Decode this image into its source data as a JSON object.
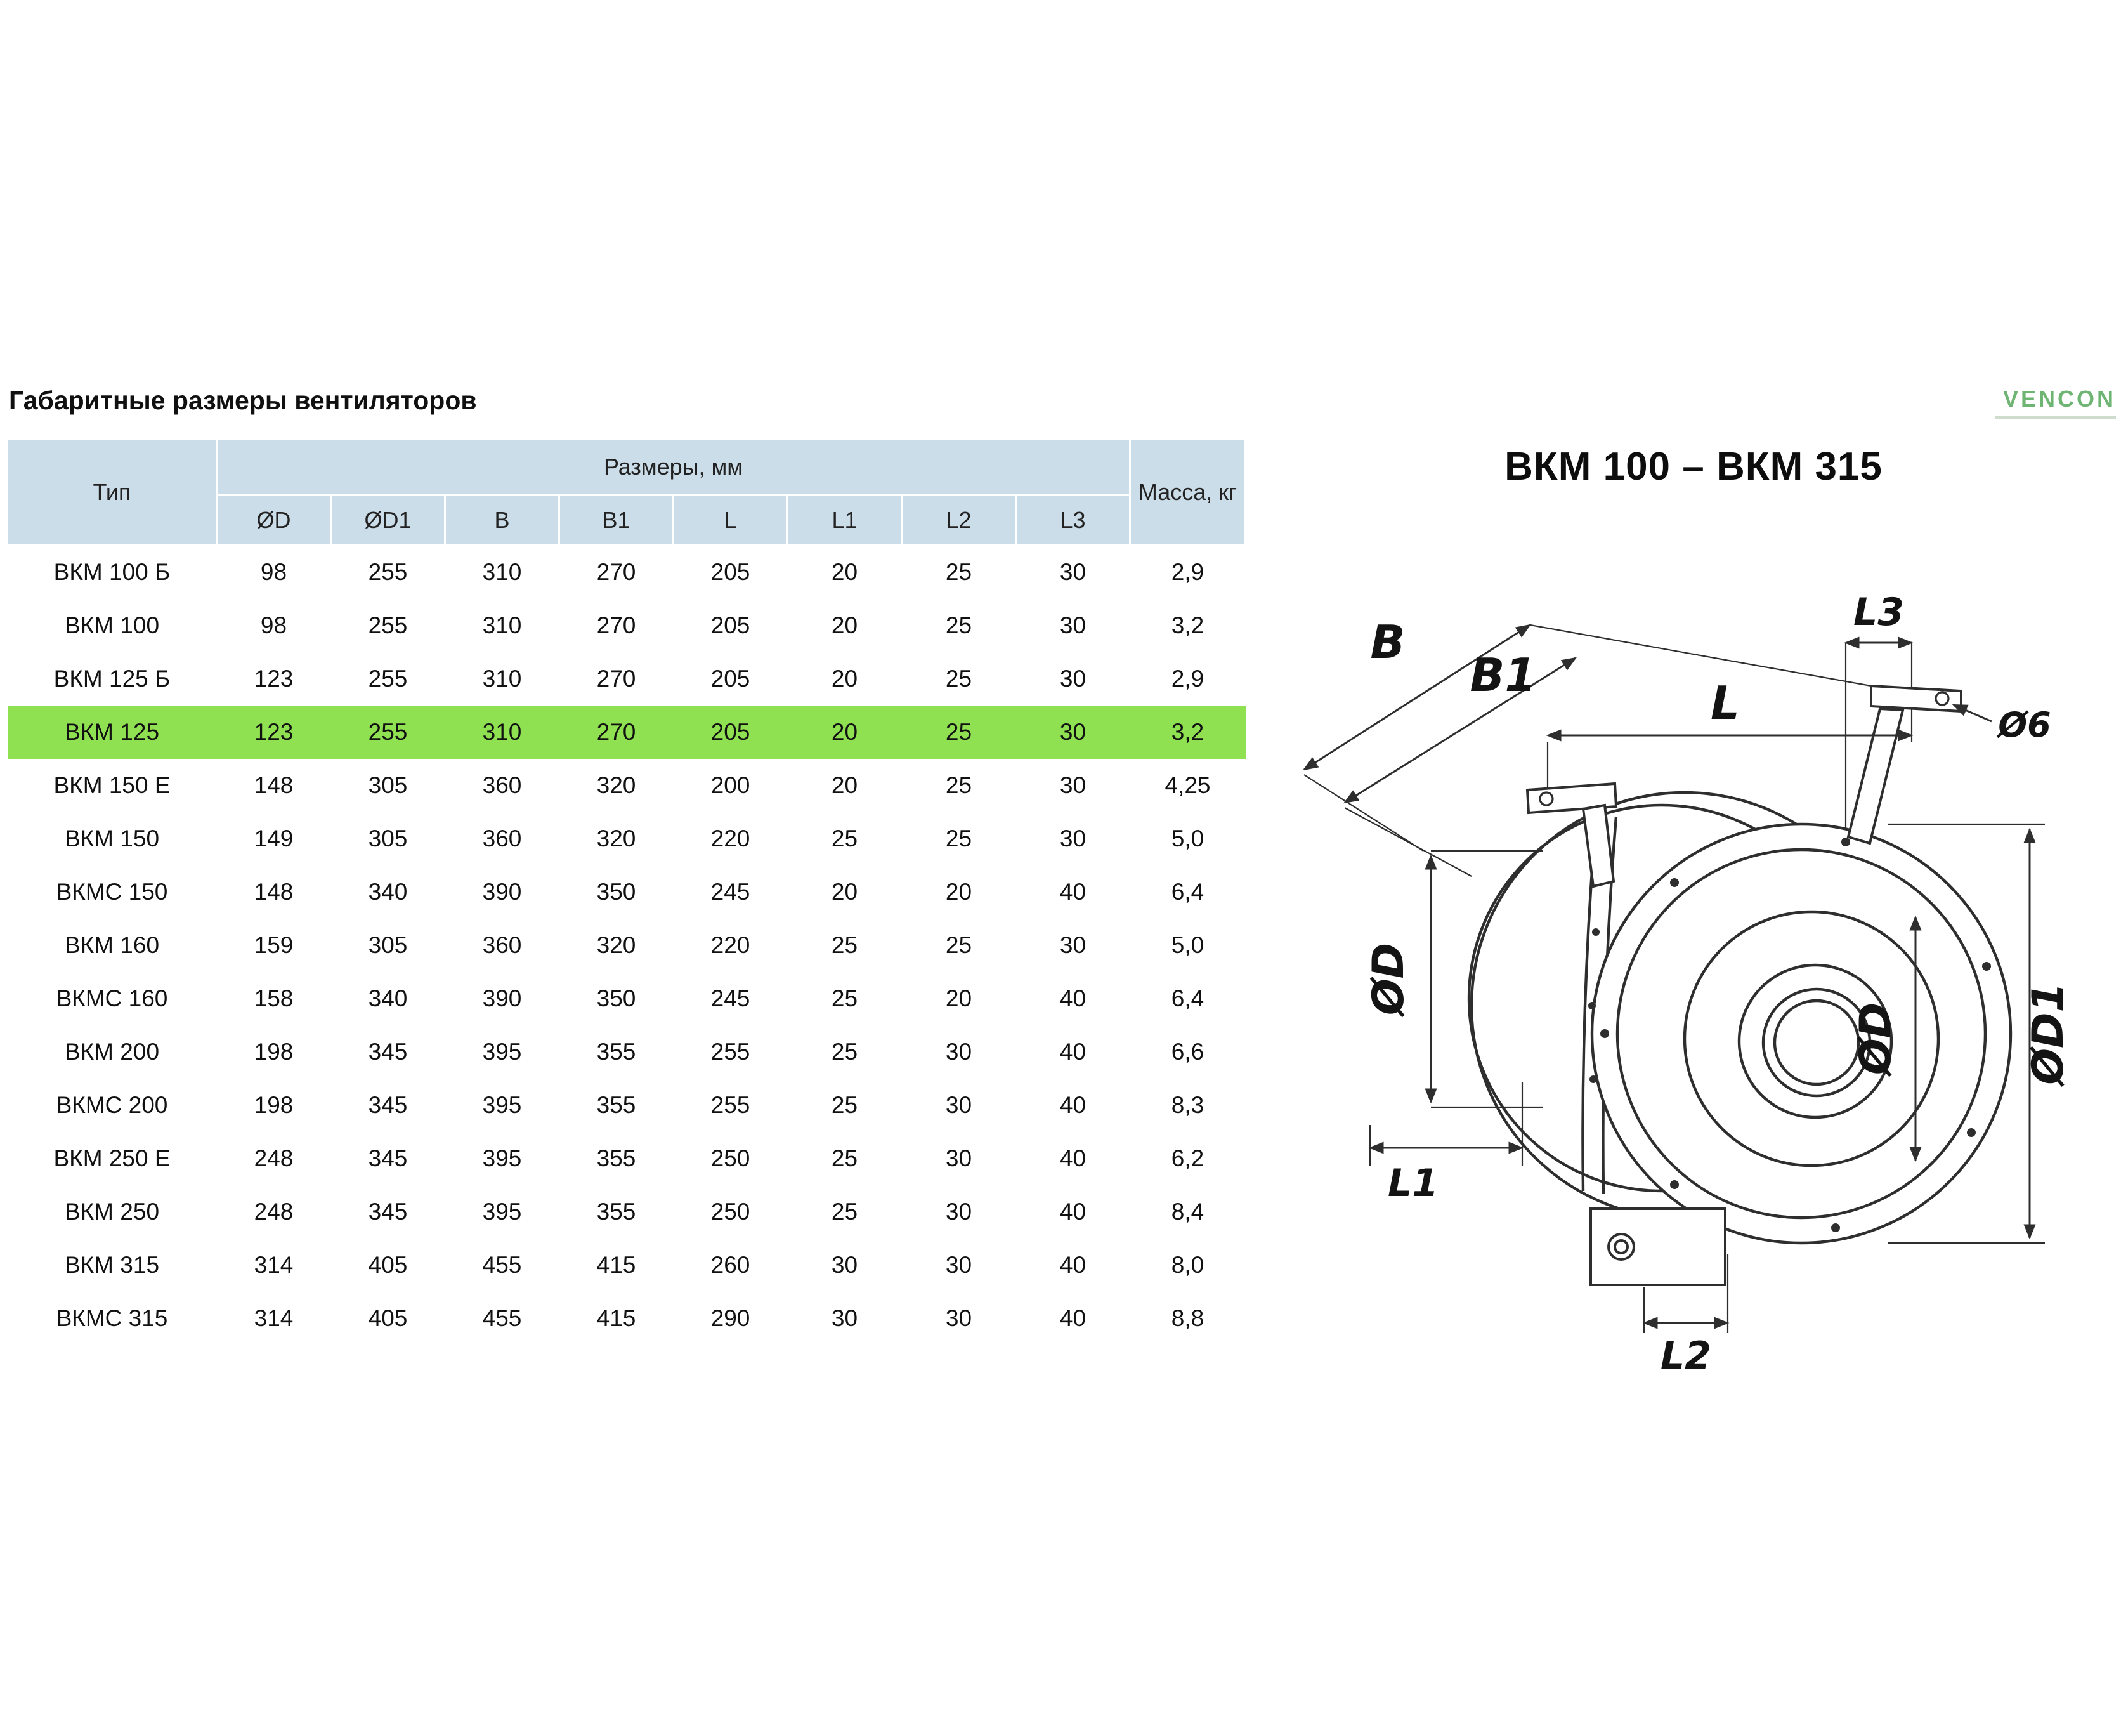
{
  "colors": {
    "header_blue": "#cbdde9",
    "highlight_green": "#8fe152",
    "brand_green": "#55a85a",
    "line_dark": "#2e2e2e"
  },
  "page": {
    "title": "Габаритные размеры вентиляторов"
  },
  "watermark": {
    "brand": "VENCON"
  },
  "table": {
    "col_type": "Тип",
    "col_dims": "Размеры, мм",
    "col_mass": "Масса, кг",
    "dim_headers": [
      "ØD",
      "ØD1",
      "B",
      "B1",
      "L",
      "L1",
      "L2",
      "L3"
    ],
    "rows": [
      {
        "type": "ВКМ 100 Б",
        "dims": [
          "98",
          "255",
          "310",
          "270",
          "205",
          "20",
          "25",
          "30"
        ],
        "mass": "2,9",
        "highlight": false
      },
      {
        "type": "ВКМ 100",
        "dims": [
          "98",
          "255",
          "310",
          "270",
          "205",
          "20",
          "25",
          "30"
        ],
        "mass": "3,2",
        "highlight": false
      },
      {
        "type": "ВКМ 125 Б",
        "dims": [
          "123",
          "255",
          "310",
          "270",
          "205",
          "20",
          "25",
          "30"
        ],
        "mass": "2,9",
        "highlight": false
      },
      {
        "type": "ВКМ 125",
        "dims": [
          "123",
          "255",
          "310",
          "270",
          "205",
          "20",
          "25",
          "30"
        ],
        "mass": "3,2",
        "highlight": true
      },
      {
        "type": "ВКМ 150 Е",
        "dims": [
          "148",
          "305",
          "360",
          "320",
          "200",
          "20",
          "25",
          "30"
        ],
        "mass": "4,25",
        "highlight": false
      },
      {
        "type": "ВКМ 150",
        "dims": [
          "149",
          "305",
          "360",
          "320",
          "220",
          "25",
          "25",
          "30"
        ],
        "mass": "5,0",
        "highlight": false
      },
      {
        "type": "ВКМС 150",
        "dims": [
          "148",
          "340",
          "390",
          "350",
          "245",
          "20",
          "20",
          "40"
        ],
        "mass": "6,4",
        "highlight": false
      },
      {
        "type": "ВКМ 160",
        "dims": [
          "159",
          "305",
          "360",
          "320",
          "220",
          "25",
          "25",
          "30"
        ],
        "mass": "5,0",
        "highlight": false
      },
      {
        "type": "ВКМС 160",
        "dims": [
          "158",
          "340",
          "390",
          "350",
          "245",
          "25",
          "20",
          "40"
        ],
        "mass": "6,4",
        "highlight": false
      },
      {
        "type": "ВКМ 200",
        "dims": [
          "198",
          "345",
          "395",
          "355",
          "255",
          "25",
          "30",
          "40"
        ],
        "mass": "6,6",
        "highlight": false
      },
      {
        "type": "ВКМС 200",
        "dims": [
          "198",
          "345",
          "395",
          "355",
          "255",
          "25",
          "30",
          "40"
        ],
        "mass": "8,3",
        "highlight": false
      },
      {
        "type": "ВКМ 250 Е",
        "dims": [
          "248",
          "345",
          "395",
          "355",
          "250",
          "25",
          "30",
          "40"
        ],
        "mass": "6,2",
        "highlight": false
      },
      {
        "type": "ВКМ 250",
        "dims": [
          "248",
          "345",
          "395",
          "355",
          "250",
          "25",
          "30",
          "40"
        ],
        "mass": "8,4",
        "highlight": false
      },
      {
        "type": "ВКМ 315",
        "dims": [
          "314",
          "405",
          "455",
          "415",
          "260",
          "30",
          "30",
          "40"
        ],
        "mass": "8,0",
        "highlight": false
      },
      {
        "type": "ВКМС 315",
        "dims": [
          "314",
          "405",
          "455",
          "415",
          "290",
          "30",
          "30",
          "40"
        ],
        "mass": "8,8",
        "highlight": false
      }
    ]
  },
  "drawing": {
    "title": "ВКМ 100 – ВКМ 315",
    "labels": {
      "b": "B",
      "b1": "B1",
      "l": "L",
      "l3": "L3",
      "d6": "Ø6",
      "dd_left": "ØD",
      "dd_right": "ØD",
      "dd1": "ØD1",
      "l1": "L1",
      "l2": "L2"
    }
  }
}
